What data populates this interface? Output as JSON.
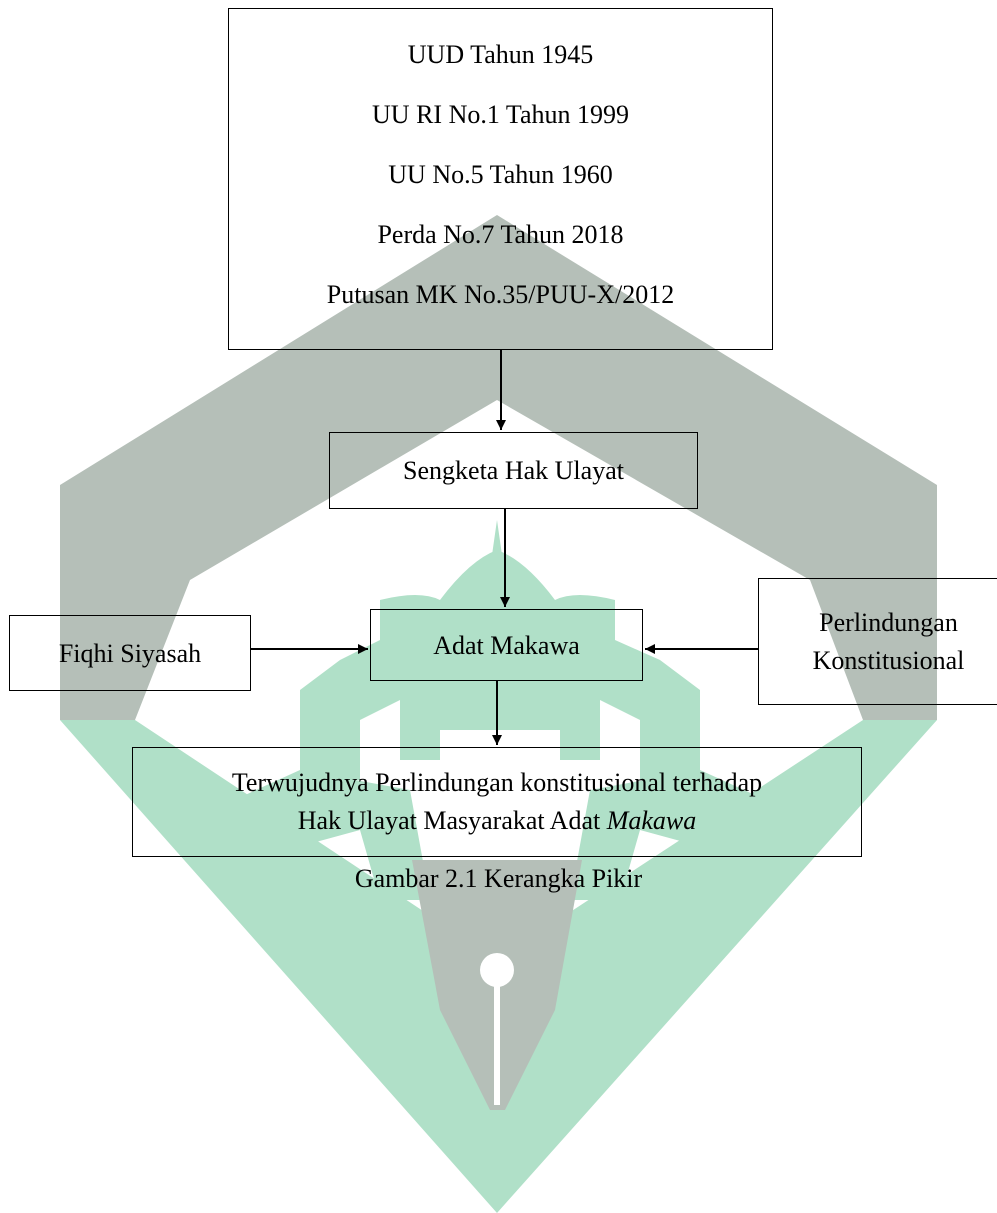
{
  "diagram": {
    "legal_bases": [
      "UUD Tahun 1945",
      "UU RI No.1 Tahun 1999",
      "UU No.5 Tahun 1960",
      "Perda No.7 Tahun 2018",
      "Putusan MK No.35/PUU-X/2012"
    ],
    "sengketa": "Sengketa Hak Ulayat",
    "adat": "Adat Makawa",
    "fiqhi": "Fiqhi Siyasah",
    "perlindungan": {
      "line1": "Perlindungan",
      "line2": "Konstitusional"
    },
    "result": {
      "line1": "Terwujudnya Perlindungan konstitusional terhadap",
      "line2_prefix": "Hak Ulayat Masyarakat Adat ",
      "line2_italic": "Makawa"
    },
    "caption": "Gambar 2.1 Kerangka Pikir"
  },
  "colors": {
    "watermark_gray": "#b5bfb8",
    "watermark_green": "#b0e0c8",
    "line": "#000000"
  }
}
